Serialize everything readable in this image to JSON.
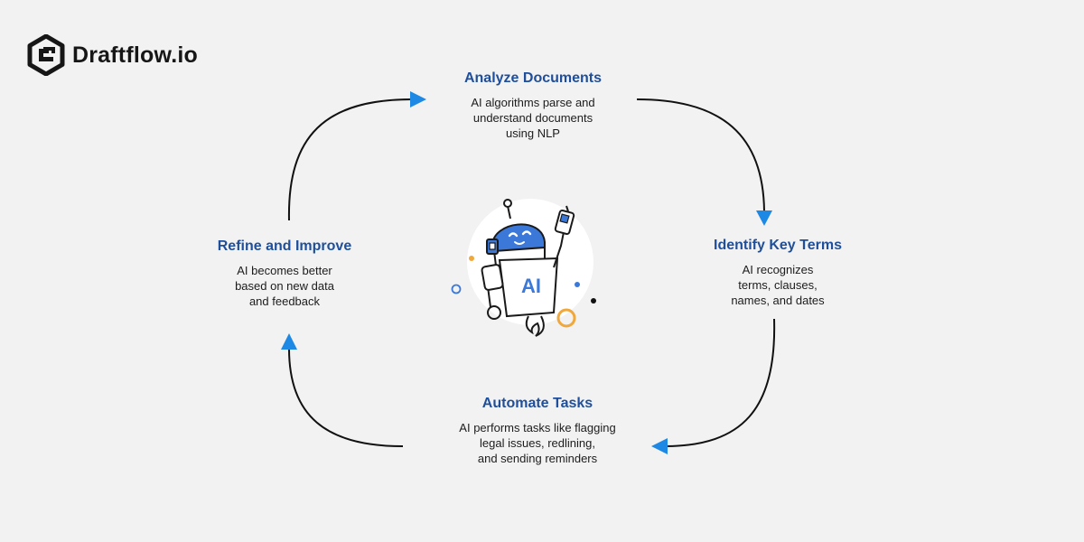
{
  "brand": {
    "name": "Draftflow.io"
  },
  "steps": {
    "analyze": {
      "title": "Analyze Documents",
      "desc": [
        "AI algorithms parse and",
        "understand documents",
        "using NLP"
      ]
    },
    "identify": {
      "title": "Identify Key Terms",
      "desc": [
        "AI recognizes",
        "terms, clauses,",
        "names, and dates"
      ]
    },
    "automate": {
      "title": "Automate Tasks",
      "desc": [
        "AI performs tasks like flagging",
        "legal issues, redlining,",
        "and sending reminders"
      ]
    },
    "refine": {
      "title": "Refine and Improve",
      "desc": [
        "AI becomes better",
        "based on new data",
        "and feedback"
      ]
    }
  },
  "illustration": {
    "label": "AI"
  },
  "colors": {
    "background": "#f2f2f2",
    "title_blue": "#1f4f9a",
    "arrow_blue": "#1e88e5",
    "robot_blue": "#3c78d8",
    "accent_orange": "#f0a83c"
  }
}
